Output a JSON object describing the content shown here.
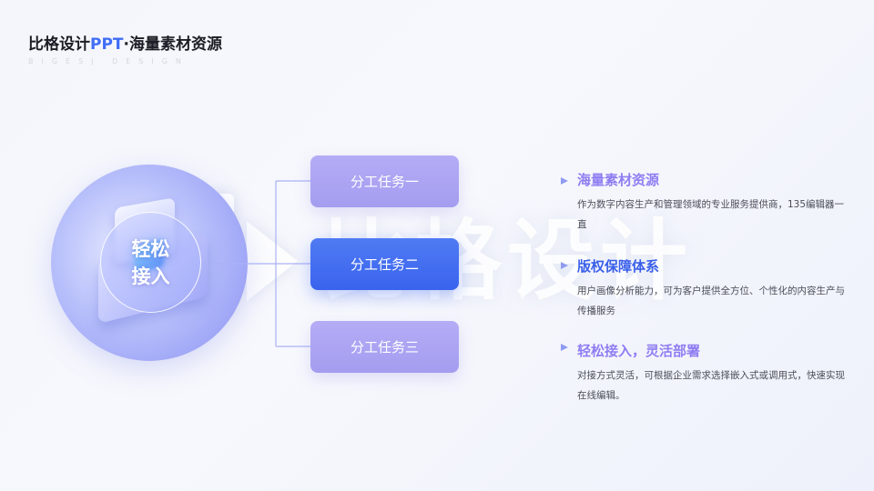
{
  "header": {
    "title_prefix": "比格设计",
    "title_accent": "PPT",
    "title_suffix": "·海量素材资源",
    "subtitle": "BIGESJ DESIGN"
  },
  "watermark": {
    "text": "比格设计"
  },
  "center": {
    "label": "轻松接入"
  },
  "tasks": [
    {
      "label": "分工任务一",
      "style": "light"
    },
    {
      "label": "分工任务二",
      "style": "dark"
    },
    {
      "label": "分工任务三",
      "style": "light"
    }
  ],
  "details": [
    {
      "title": "海量素材资源",
      "text": "作为数字内容生产和管理领域的专业服务提供商，135编辑器一直",
      "title_color": "#8f7df2"
    },
    {
      "title": "版权保障体系",
      "text": "用户画像分析能力，可为客户提供全方位、个性化的内容生产与传播服务",
      "title_color": "#3a5fea"
    },
    {
      "title": "轻松接入，灵活部署",
      "text": "对接方式灵活，可根据企业需求选择嵌入式或调用式，快速实现在线编辑。",
      "title_color": "#8f7df2"
    }
  ],
  "colors": {
    "accent_blue": "#3f6df5",
    "task_light": "#aaa3f2",
    "task_dark": "#3f6bf0"
  }
}
